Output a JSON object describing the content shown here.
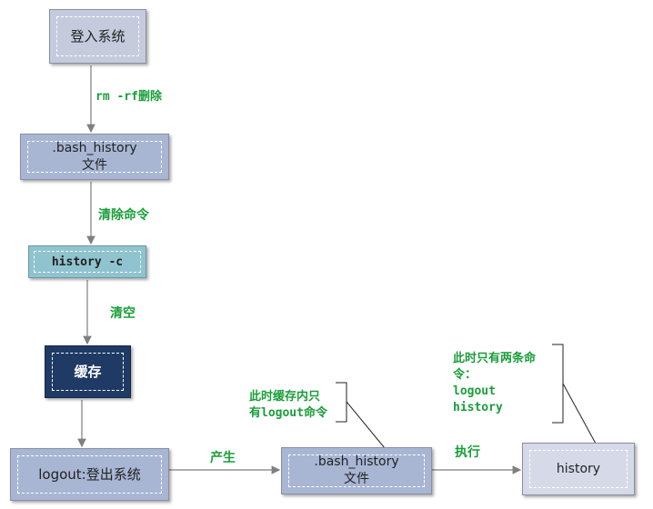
{
  "nodes": {
    "login": "登入系统",
    "bash_history_1_line1": ".bash_history",
    "bash_history_1_line2": "文件",
    "history_c": "history -c",
    "cache": "缓存",
    "logout": "logout:登出系统",
    "bash_history_2_line1": ".bash_history",
    "bash_history_2_line2": "文件",
    "history": "history"
  },
  "edges": {
    "rm_delete": "rm -rf删除",
    "clear_command": "清除命令",
    "empty": "清空",
    "produce": "产生",
    "execute": "执行"
  },
  "callouts": {
    "cache_note": "此时缓存内只\n有logout命令",
    "history_note": "此时只有两条命\n令：\nlogout\nhistory"
  },
  "colors": {
    "label_green": "#1a9e3a",
    "light_box": "#c5cbdd",
    "mid_box": "#a8b6d4",
    "teal_box": "#8fc3cf",
    "dark_box": "#1f3a64",
    "pale_box": "#d6dae8",
    "line": "#7f7f7f"
  }
}
